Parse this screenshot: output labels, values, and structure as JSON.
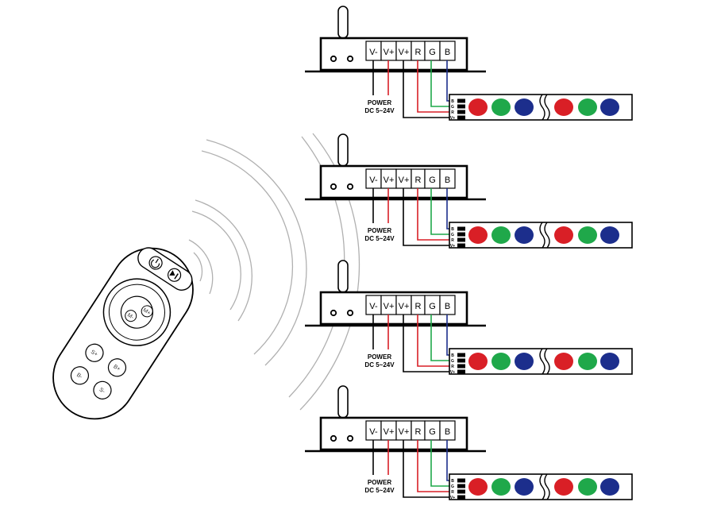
{
  "terminals": [
    "V-",
    "V+",
    "V+",
    "R",
    "G",
    "B"
  ],
  "power_label": "POWER",
  "voltage_label": "DC 5~24V",
  "strip_pin_labels": [
    "V+",
    "R",
    "G",
    "B"
  ],
  "remote": {
    "buttons": [
      "B+",
      "B-",
      "S+",
      "S-"
    ],
    "mode_labels": [
      "M+",
      "M-"
    ]
  },
  "colors": {
    "line": "#000000",
    "red": "#d91f26",
    "green": "#1fa84a",
    "blue": "#1c2e8c",
    "wave": "#b0b0b0"
  },
  "icons": {
    "power_button": "power-icon",
    "play_pause_button": "play-pause-icon",
    "antenna": "antenna-icon"
  }
}
